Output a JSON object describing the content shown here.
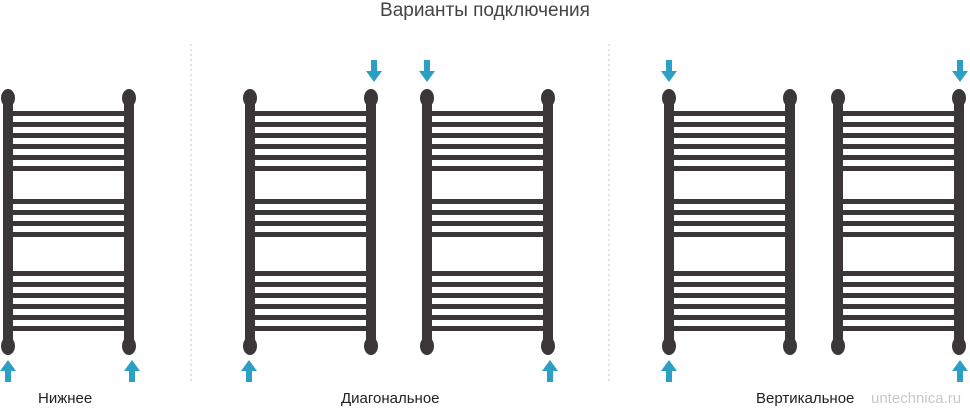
{
  "title": "Варианты подключения",
  "labels": {
    "bottom": "Нижнее",
    "diagonal": "Диагональное",
    "vertical": "Вертикальное"
  },
  "watermark": "untechnica.ru",
  "colors": {
    "rail": "#3b3638",
    "arrow": "#2b9fc4",
    "divider": "#c9c9c9",
    "text": "#222222"
  },
  "icons": {
    "arrow_down": "arrow-down-icon",
    "arrow_up": "arrow-up-icon"
  }
}
